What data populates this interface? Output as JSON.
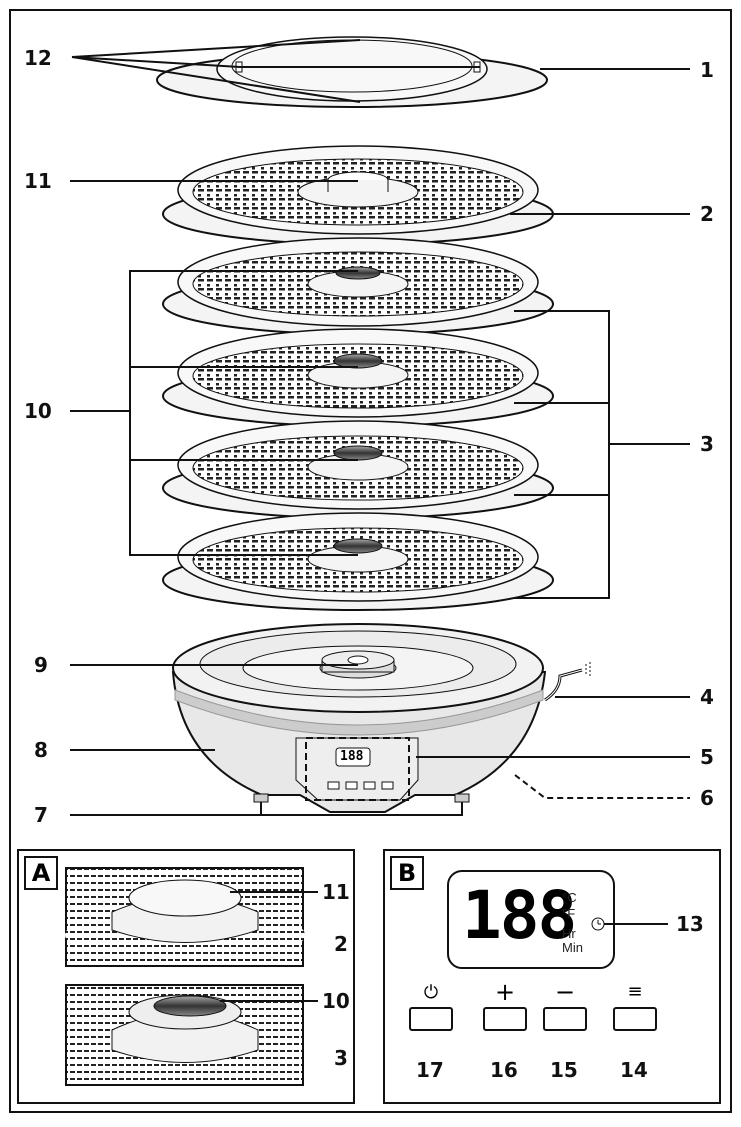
{
  "callouts": {
    "c1": "1",
    "c2": "2",
    "c3": "3",
    "c4": "4",
    "c5": "5",
    "c6": "6",
    "c7": "7",
    "c8": "8",
    "c9": "9",
    "c10": "10",
    "c11": "11",
    "c12": "12",
    "a11": "11",
    "a2": "2",
    "a10": "10",
    "a3": "3",
    "b13": "13",
    "b14": "14",
    "b15": "15",
    "b16": "16",
    "b17": "17"
  },
  "panels": {
    "a_label": "A",
    "b_label": "B"
  },
  "display": {
    "digits": "188",
    "celsius": "°C",
    "fahrenheit": "°F",
    "hours": "Hr",
    "minutes": "Min",
    "small_digits": "188"
  },
  "buttons": {
    "power_symbol": "⏻",
    "plus_symbol": "+",
    "minus_symbol": "−",
    "menu_symbol": "≡"
  },
  "colors": {
    "line": "#111111",
    "fill_light": "#f2f2f2",
    "fill_body": "#e8e8e8",
    "fill_dark": "#555555"
  }
}
